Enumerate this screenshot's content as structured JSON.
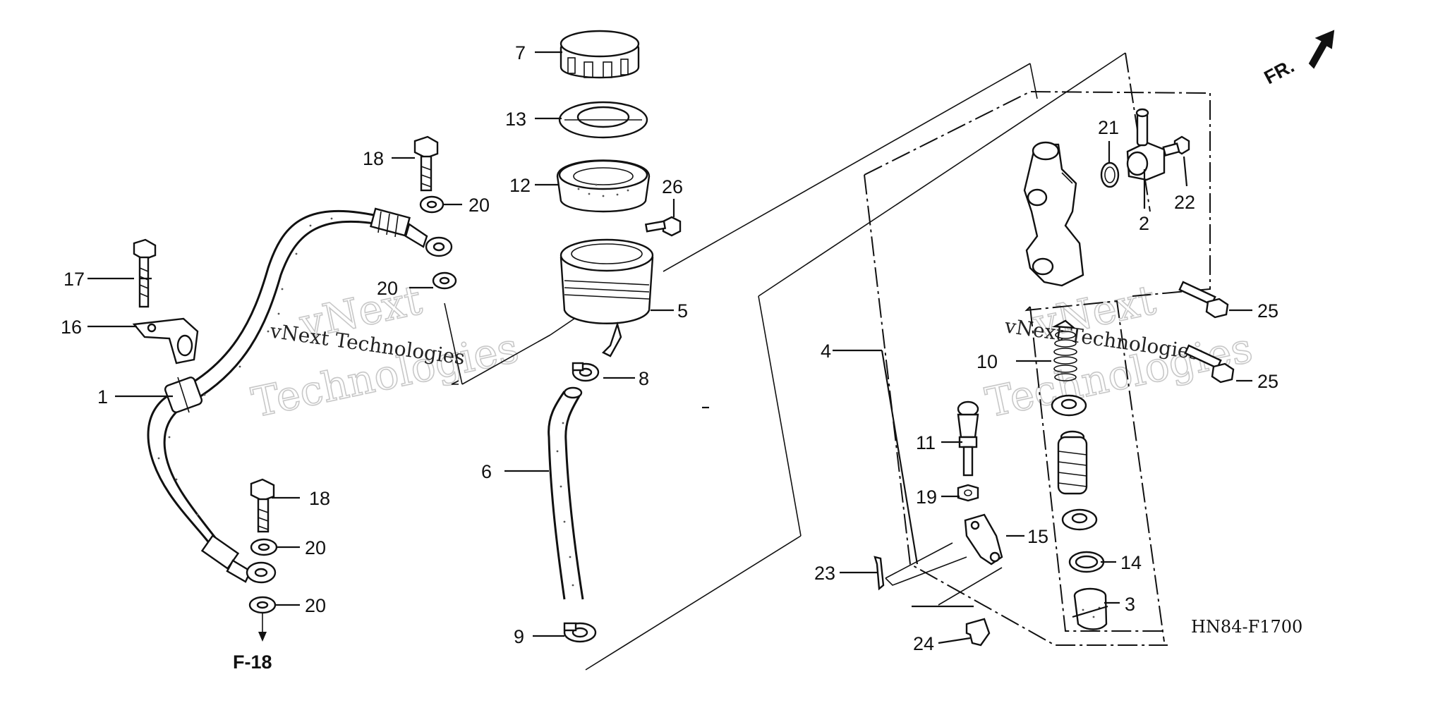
{
  "diagram": {
    "code": "HN84-F1700",
    "front_marker": "FR.",
    "reference": "F-18",
    "watermark": {
      "line1": "vNext",
      "line2": "Technologies",
      "overlay": "vNext Technologies"
    },
    "callouts": {
      "c1": "1",
      "c2": "2",
      "c3": "3",
      "c4": "4",
      "c5": "5",
      "c6": "6",
      "c7": "7",
      "c8": "8",
      "c9": "9",
      "c10": "10",
      "c11": "11",
      "c12": "12",
      "c13": "13",
      "c14": "14",
      "c15": "15",
      "c16": "16",
      "c17": "17",
      "c18a": "18",
      "c18b": "18",
      "c19": "19",
      "c20a": "20",
      "c20b": "20",
      "c20c": "20",
      "c20d": "20",
      "c21": "21",
      "c22": "22",
      "c23": "23",
      "c24": "24",
      "c25a": "25",
      "c25b": "25",
      "c26": "26"
    }
  }
}
